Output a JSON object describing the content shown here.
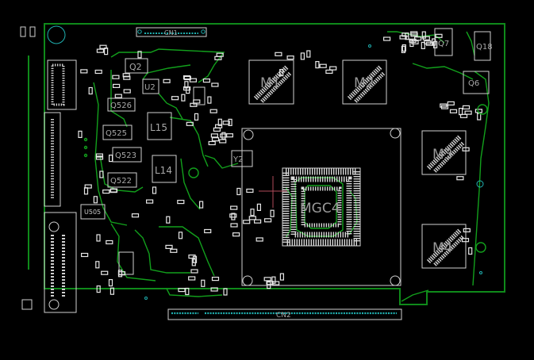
{
  "colors": {
    "background": "#000000",
    "outline": "#0f8a1a",
    "trace": "#12a01c",
    "silk": "#cfcfcf",
    "pad": "#e6e6e6",
    "connector_pin": "#1fb0b0",
    "crosshair": "#b04a5a"
  },
  "labels": {
    "cn1": "CN1",
    "cn2": "CN2",
    "m1": "M1",
    "m2": "M2",
    "m3": "M3",
    "m4": "M4",
    "gpu": "MGC4",
    "q2": "Q2",
    "u2": "U2",
    "q526": "Q526",
    "q525": "Q525",
    "q523": "Q523",
    "q522": "Q522",
    "l15": "L15",
    "l14": "L14",
    "y": "Y2",
    "u505": "U505",
    "q7": "Q7",
    "q18": "Q18",
    "q6": "Q6"
  }
}
